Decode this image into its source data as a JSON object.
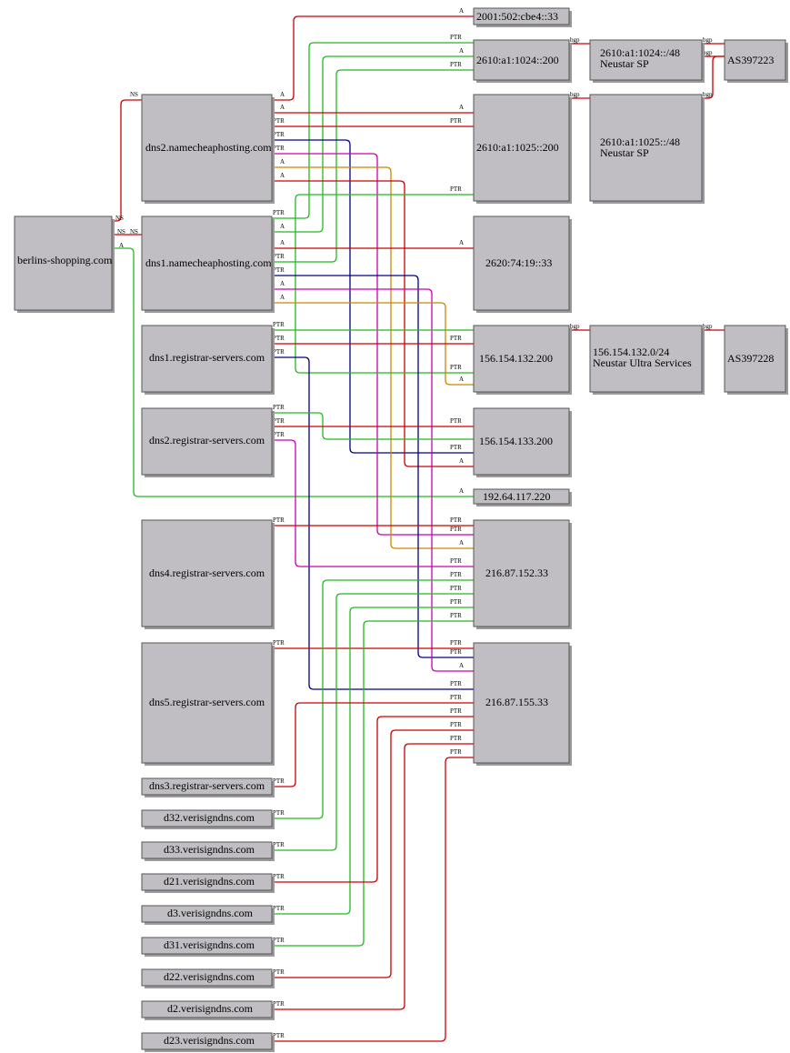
{
  "colors": {
    "A": "#cc0000",
    "PTR": "#22bb22",
    "PTR_red": "#cc0000",
    "NS": "#cc0000",
    "bgp": "#cc0000",
    "navy": "#000088",
    "magenta": "#cc00aa",
    "orange": "#cc8800",
    "green": "#22bb22",
    "node_fill": "#c0bec2"
  },
  "nodes": [
    {
      "id": "berlins",
      "label": "berlins-shopping.com"
    },
    {
      "id": "dns2nc",
      "label": "dns2.namecheaphosting.com"
    },
    {
      "id": "dns1nc",
      "label": "dns1.namecheaphosting.com"
    },
    {
      "id": "dns1rs",
      "label": "dns1.registrar-servers.com"
    },
    {
      "id": "dns2rs",
      "label": "dns2.registrar-servers.com"
    },
    {
      "id": "dns4rs",
      "label": "dns4.registrar-servers.com"
    },
    {
      "id": "dns5rs",
      "label": "dns5.registrar-servers.com"
    },
    {
      "id": "dns3rs",
      "label": "dns3.registrar-servers.com"
    },
    {
      "id": "d32",
      "label": "d32.verisigndns.com"
    },
    {
      "id": "d33",
      "label": "d33.verisigndns.com"
    },
    {
      "id": "d21",
      "label": "d21.verisigndns.com"
    },
    {
      "id": "d3",
      "label": "d3.verisigndns.com"
    },
    {
      "id": "d31",
      "label": "d31.verisigndns.com"
    },
    {
      "id": "d22",
      "label": "d22.verisigndns.com"
    },
    {
      "id": "d2",
      "label": "d2.verisigndns.com"
    },
    {
      "id": "d23",
      "label": "d23.verisigndns.com"
    },
    {
      "id": "ip2001",
      "label": "2001:502:cbe4::33"
    },
    {
      "id": "ip2610_1024",
      "label": "2610:a1:1024::200"
    },
    {
      "id": "ip2610_1025",
      "label": "2610:a1:1025::200"
    },
    {
      "id": "ip2620",
      "label": "2620:74:19::33"
    },
    {
      "id": "ip156_132",
      "label": "156.154.132.200"
    },
    {
      "id": "ip156_133",
      "label": "156.154.133.200"
    },
    {
      "id": "ip192",
      "label": "192.64.117.220"
    },
    {
      "id": "ip216_152",
      "label": "216.87.152.33"
    },
    {
      "id": "ip216_155",
      "label": "216.87.155.33"
    },
    {
      "id": "pfx1024",
      "label": "2610:a1:1024::/48",
      "label2": "Neustar SP"
    },
    {
      "id": "pfx1025",
      "label": "2610:a1:1025::/48",
      "label2": "Neustar SP"
    },
    {
      "id": "pfx156",
      "label": "156.154.132.0/24",
      "label2": "Neustar Ultra Services"
    },
    {
      "id": "as223",
      "label": "AS397223"
    },
    {
      "id": "as228",
      "label": "AS397228"
    }
  ],
  "edges": [
    {
      "id": "e-ns1",
      "label": "NS",
      "color": "NS",
      "labels_at": [
        "NS"
      ]
    },
    {
      "id": "e-ns2",
      "label": "NS",
      "color": "NS"
    },
    {
      "id": "e-a-berlins",
      "label": "A",
      "color": "green"
    },
    {
      "id": "e-a-2001",
      "label": "A",
      "color": "A"
    },
    {
      "id": "e-ptr",
      "label": "PTR",
      "color": "PTR"
    },
    {
      "id": "e-bgp",
      "label": "bgp",
      "color": "bgp"
    }
  ]
}
